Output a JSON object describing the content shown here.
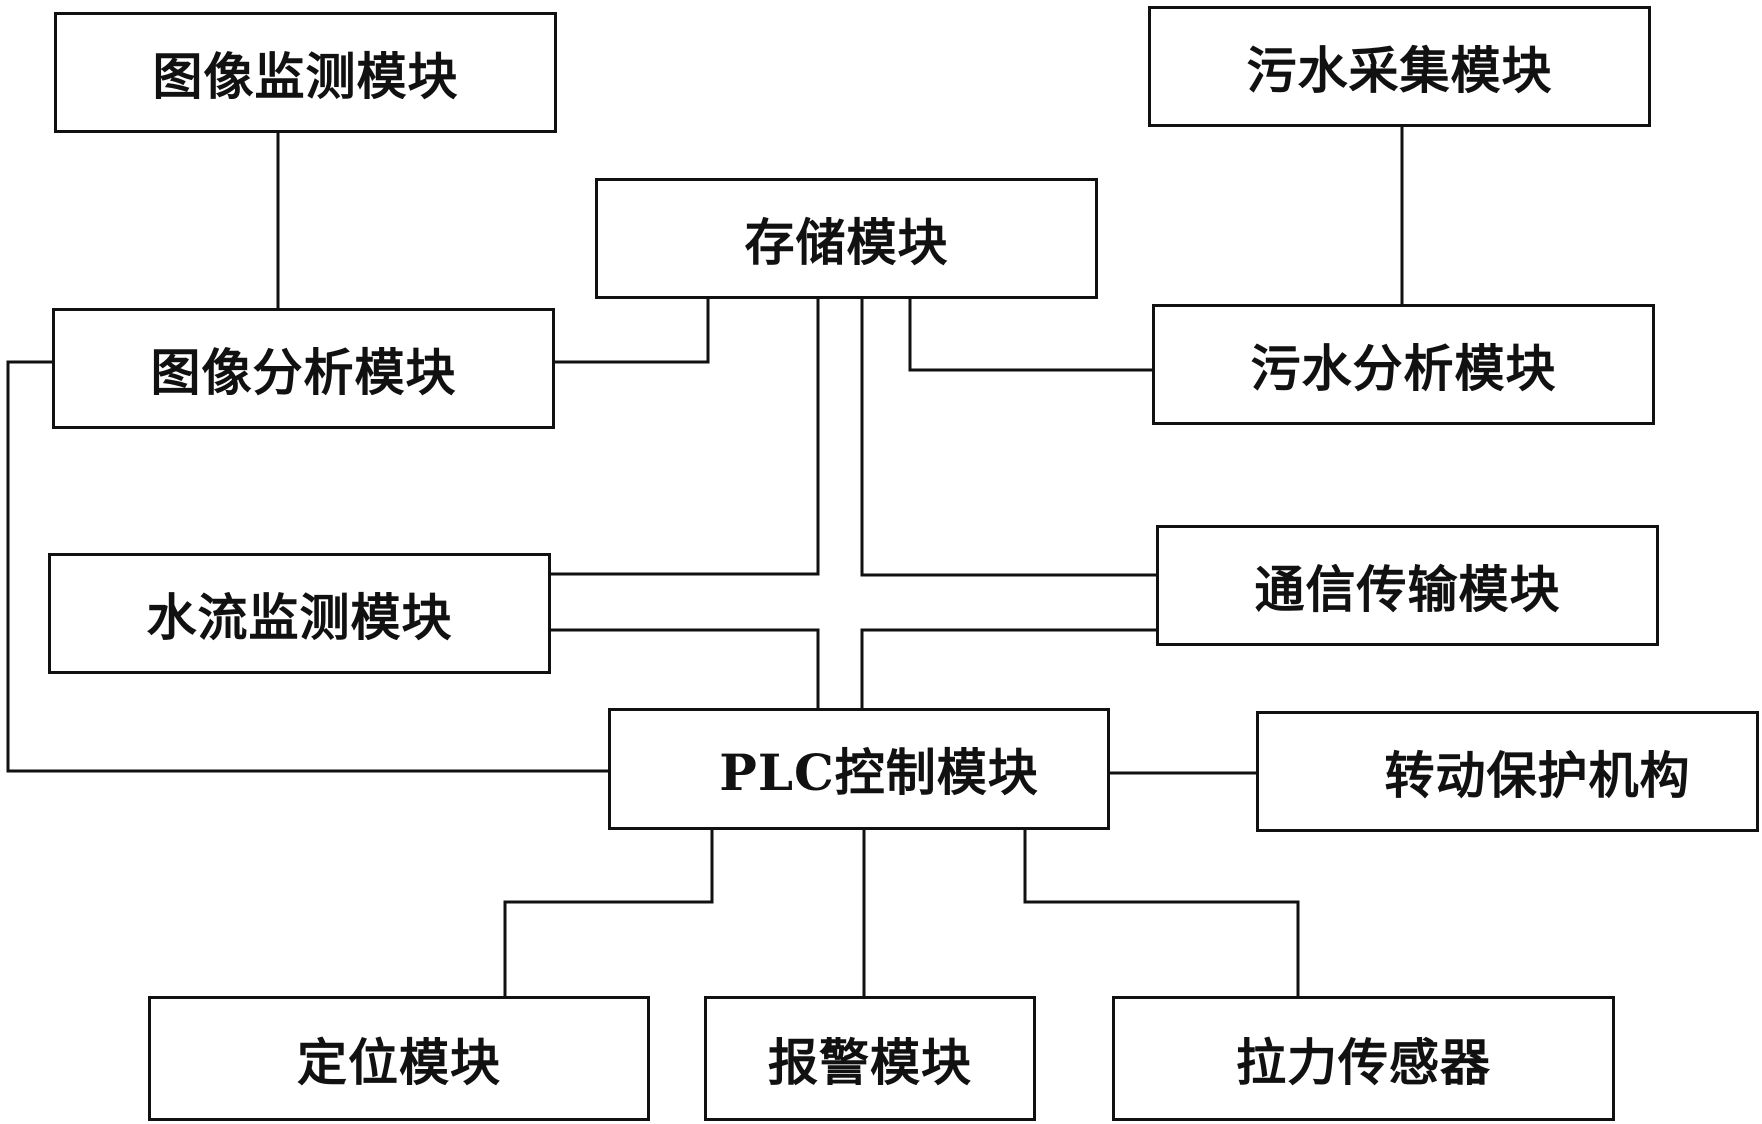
{
  "diagram": {
    "modules": {
      "image_monitor": "图像监测模块",
      "image_analysis": "图像分析模块",
      "storage": "存储模块",
      "sewage_collection": "污水采集模块",
      "sewage_analysis": "污水分析模块",
      "water_flow_monitor": "水流监测模块",
      "communication": "通信传输模块",
      "plc_control": "PLC控制模块",
      "rotation_protection": "转动保护机构",
      "positioning": "定位模块",
      "alarm": "报警模块",
      "tension_sensor": "拉力传感器"
    },
    "connections": [
      [
        "image_monitor",
        "image_analysis"
      ],
      [
        "image_analysis",
        "storage"
      ],
      [
        "image_analysis",
        "plc_control"
      ],
      [
        "sewage_collection",
        "sewage_analysis"
      ],
      [
        "sewage_analysis",
        "storage"
      ],
      [
        "storage",
        "water_flow_monitor"
      ],
      [
        "storage",
        "communication"
      ],
      [
        "water_flow_monitor",
        "plc_control"
      ],
      [
        "communication",
        "plc_control"
      ],
      [
        "plc_control",
        "rotation_protection"
      ],
      [
        "plc_control",
        "positioning"
      ],
      [
        "plc_control",
        "alarm"
      ],
      [
        "plc_control",
        "tension_sensor"
      ]
    ],
    "colors": {
      "stroke": "#111111",
      "background": "#ffffff"
    }
  }
}
